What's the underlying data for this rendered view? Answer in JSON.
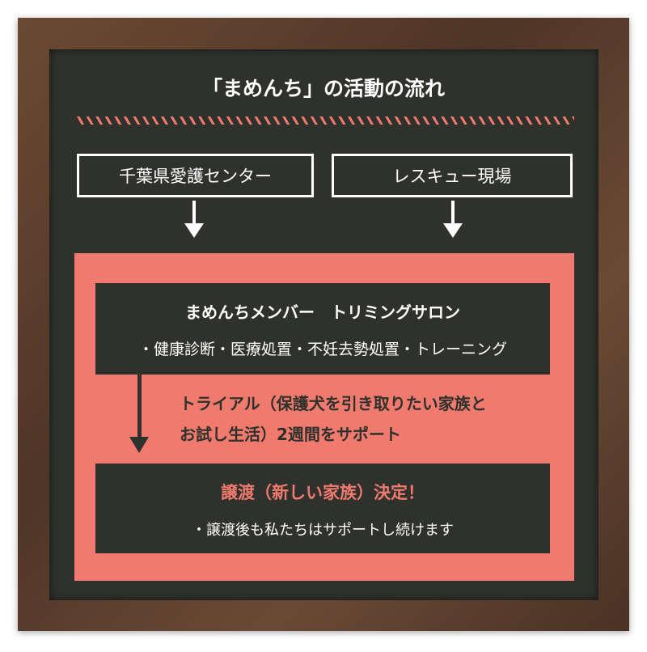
{
  "title": "「まめんち」の活動の流れ",
  "sources": [
    "千葉県愛護センター",
    "レスキュー現場"
  ],
  "member_box": {
    "heading": "まめんちメンバー　トリミングサロン",
    "items": "・健康診断・医療処置・不妊去勢処置・トレーニング"
  },
  "trial": {
    "line1": "トライアル（保護犬を引き取りたい家族と",
    "line2": "お試し生活）2週間をサポート"
  },
  "adoption_box": {
    "heading": "譲渡（新しい家族）決定！",
    "note": "・譲渡後も私たちはサポートし続けます"
  },
  "colors": {
    "accent": "#ef7a6d",
    "board": "#2f312d"
  }
}
